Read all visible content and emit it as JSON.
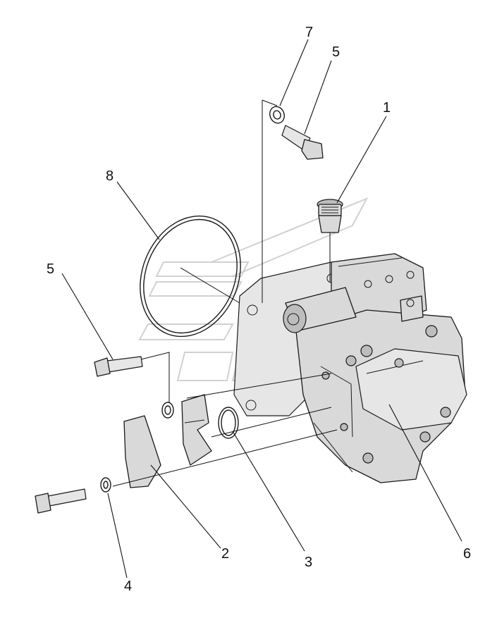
{
  "callouts": [
    {
      "id": "c1",
      "label": "1"
    },
    {
      "id": "c2",
      "label": "2"
    },
    {
      "id": "c3",
      "label": "3"
    },
    {
      "id": "c4",
      "label": "4"
    },
    {
      "id": "c5a",
      "label": "5"
    },
    {
      "id": "c5b",
      "label": "5"
    },
    {
      "id": "c6",
      "label": "6"
    },
    {
      "id": "c7",
      "label": "7"
    },
    {
      "id": "c8",
      "label": "8"
    }
  ]
}
